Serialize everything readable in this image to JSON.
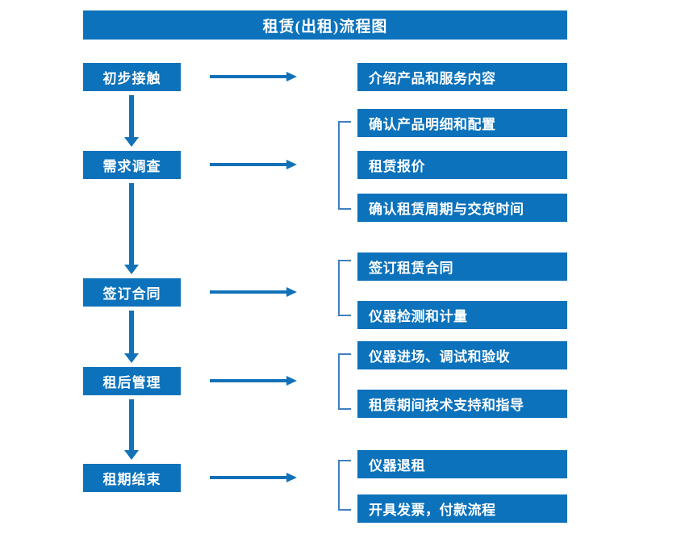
{
  "title": "租赁(出租)流程图",
  "colors": {
    "box_blue": "#0c72bc",
    "arrow_blue": "#1271b8",
    "bracket_blue": "#3f7fc1",
    "text_white": "#ffffff",
    "background": "#ffffff"
  },
  "stages": [
    {
      "id": "stage-1",
      "label": "初步接触"
    },
    {
      "id": "stage-2",
      "label": "需求调查"
    },
    {
      "id": "stage-3",
      "label": "签订合同"
    },
    {
      "id": "stage-4",
      "label": "租后管理"
    },
    {
      "id": "stage-5",
      "label": "租期结束"
    }
  ],
  "details": [
    {
      "id": "detail-1",
      "label": "介绍产品和服务内容"
    },
    {
      "id": "detail-2",
      "label": "确认产品明细和配置"
    },
    {
      "id": "detail-3",
      "label": "租赁报价"
    },
    {
      "id": "detail-4",
      "label": "确认租赁周期与交货时间"
    },
    {
      "id": "detail-5",
      "label": "签订租赁合同"
    },
    {
      "id": "detail-6",
      "label": "仪器检测和计量"
    },
    {
      "id": "detail-7",
      "label": "仪器进场、调试和验收"
    },
    {
      "id": "detail-8",
      "label": "租赁期间技术支持和指导"
    },
    {
      "id": "detail-9",
      "label": "仪器退租"
    },
    {
      "id": "detail-10",
      "label": "开具发票，付款流程"
    }
  ]
}
